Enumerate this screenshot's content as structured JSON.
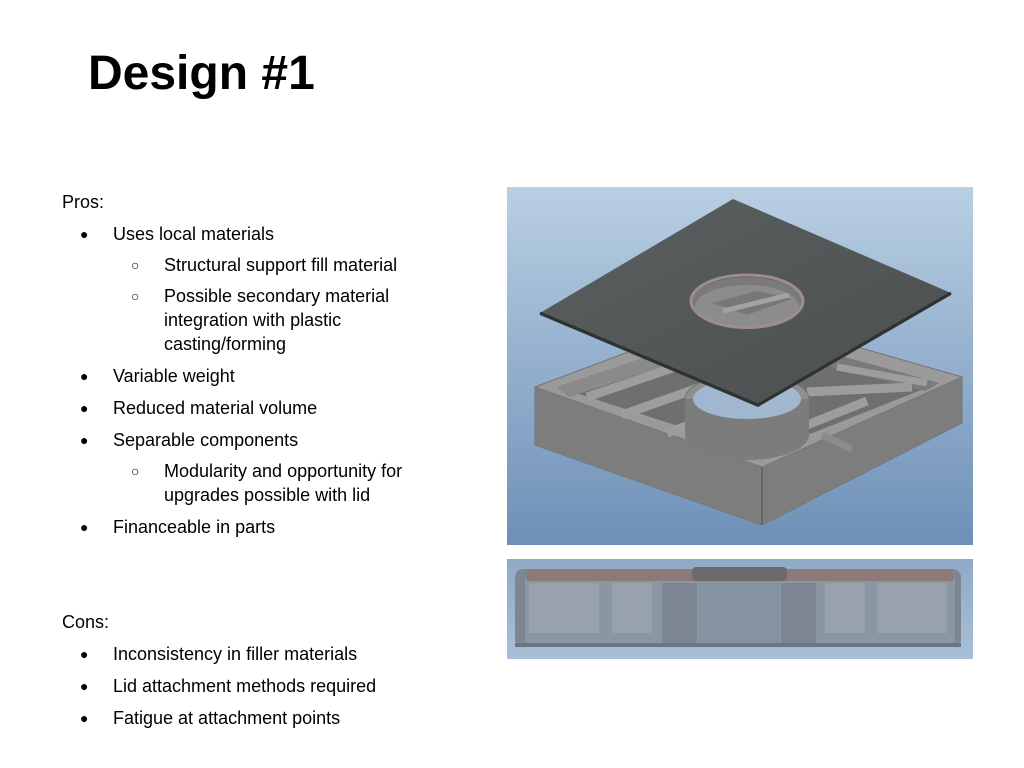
{
  "slide": {
    "title": "Design #1",
    "pros": {
      "heading": "Pros:",
      "items": [
        {
          "text": "Uses local materials",
          "sub": [
            "Structural support fill material",
            "Possible secondary material integration with plastic casting/forming"
          ]
        },
        {
          "text": "Variable weight",
          "sub": []
        },
        {
          "text": "Reduced material volume",
          "sub": []
        },
        {
          "text": "Separable components",
          "sub": [
            "Modularity and opportunity for upgrades possible with lid"
          ]
        },
        {
          "text": "Financeable in parts",
          "sub": []
        }
      ]
    },
    "cons": {
      "heading": "Cons:",
      "items": [
        {
          "text": "Inconsistency in filler materials",
          "sub": []
        },
        {
          "text": "Lid attachment methods required",
          "sub": []
        },
        {
          "text": "Fatigue at attachment points",
          "sub": []
        }
      ]
    },
    "bullet_level1": "●",
    "bullet_level2": "○"
  }
}
